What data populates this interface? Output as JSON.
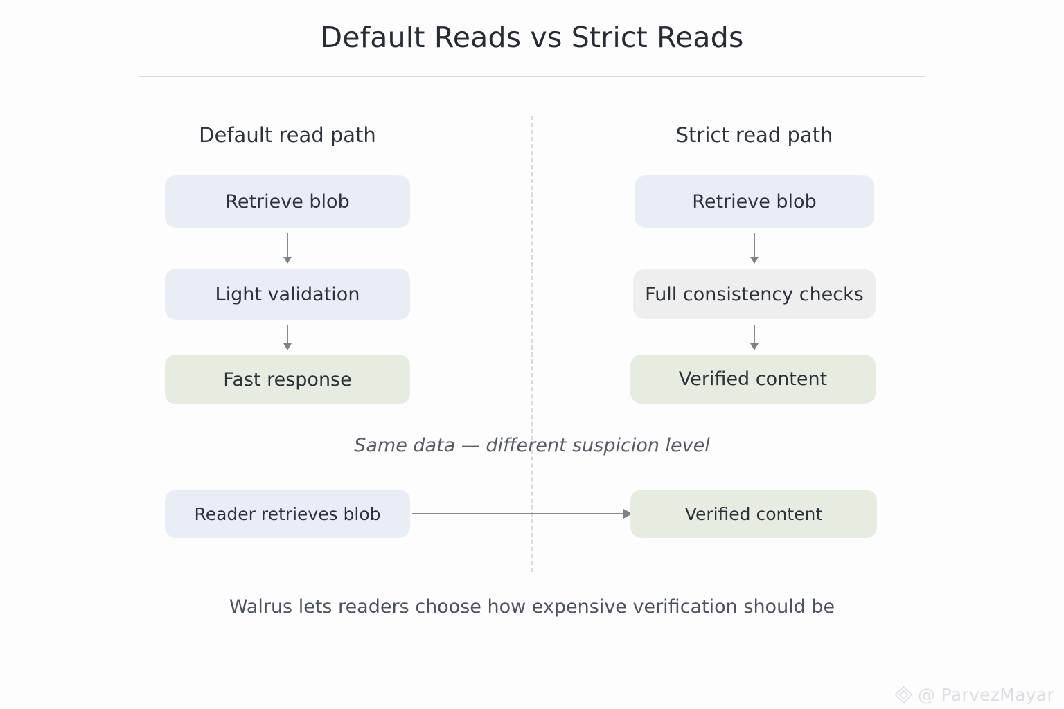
{
  "title": "Default Reads vs Strict Reads",
  "columns": {
    "left": {
      "heading": "Default read path",
      "steps": [
        {
          "label": "Retrieve blob",
          "tone": "blue"
        },
        {
          "label": "Light validation",
          "tone": "blue"
        },
        {
          "label": "Fast response",
          "tone": "green"
        }
      ]
    },
    "right": {
      "heading": "Strict read path",
      "steps": [
        {
          "label": "Retrieve blob",
          "tone": "blue"
        },
        {
          "label": "Full consistency checks",
          "tone": "grey"
        },
        {
          "label": "Verified content",
          "tone": "green"
        }
      ]
    }
  },
  "middle_caption": "Same data — different suspicion level",
  "bottom_flow": {
    "source": {
      "label": "Reader retrieves blob",
      "tone": "blue"
    },
    "target": {
      "label": "Verified content",
      "tone": "green"
    }
  },
  "bottom_caption": "Walrus lets readers choose how expensive verification should be",
  "watermark": {
    "handle": "@ ParvezMayar",
    "icon": "diamond-logo-icon"
  },
  "colors": {
    "background": "#fdfdfe",
    "blue_box": "#e9edf6",
    "green_box": "#e7ece0",
    "grey_box": "#eeeeef",
    "arrow": "#878b90",
    "divider": "#d8dade",
    "rule": "#d9dce3",
    "title_text": "#262b35",
    "watermark_text": "#dcdee3"
  }
}
